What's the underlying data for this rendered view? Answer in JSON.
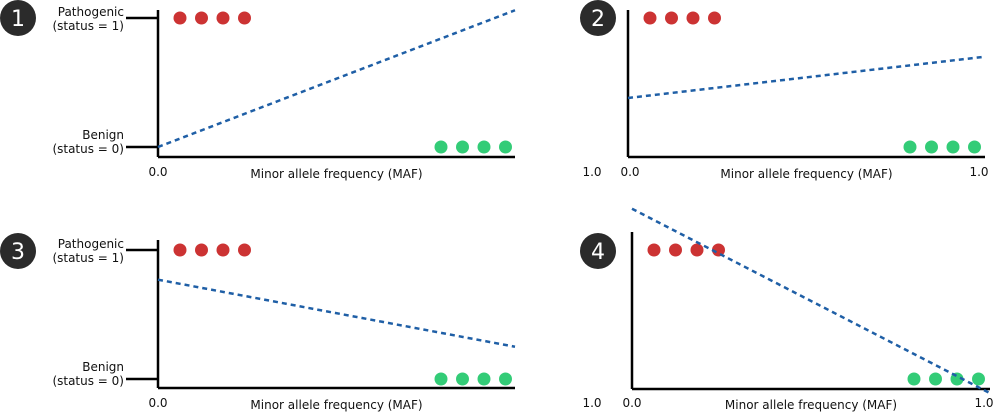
{
  "colors": {
    "badge": "#2b2b2b",
    "axis": "#000000",
    "pathogenic_dot": "#cc3333",
    "benign_dot": "#33cc77",
    "line": "#1f5fa6"
  },
  "panels": [
    {
      "number": "1",
      "ytick_top": [
        "Pathogenic",
        "(status = 1)"
      ],
      "ytick_bottom": [
        "Benign",
        "(status = 0)"
      ],
      "x_start": "0.0",
      "x_end": "",
      "x_label": "Minor allele frequency (MAF)",
      "pathogenic_count": 4,
      "benign_count": 4,
      "line": {
        "y_at_x0": 0.0,
        "y_at_x1": 1.06
      }
    },
    {
      "number": "2",
      "ytick_top": [
        "",
        ""
      ],
      "ytick_bottom": [
        "",
        ""
      ],
      "x_start": "0.0",
      "x_end": "1.0",
      "x_label": "Minor allele frequency (MAF)",
      "pathogenic_count": 4,
      "benign_count": 4,
      "line": {
        "y_at_x0": 0.38,
        "y_at_x1": 0.7
      }
    },
    {
      "number": "3",
      "ytick_top": [
        "Pathogenic",
        "(status = 1)"
      ],
      "ytick_bottom": [
        "Benign",
        "(status = 0)"
      ],
      "x_start": "0.0",
      "x_end": "",
      "x_label": "Minor allele frequency (MAF)",
      "pathogenic_count": 4,
      "benign_count": 4,
      "line": {
        "y_at_x0": 0.77,
        "y_at_x1": 0.25
      }
    },
    {
      "number": "4",
      "ytick_top": [
        "",
        ""
      ],
      "ytick_bottom": [
        "",
        ""
      ],
      "x_start": "0.0",
      "x_end": "1.0",
      "x_label": "Minor allele frequency (MAF)",
      "pathogenic_count": 4,
      "benign_count": 4,
      "line": {
        "y_at_x0": 1.32,
        "y_at_x1": -0.11
      }
    }
  ],
  "left_edge_labels": [
    "1.0",
    "1.0"
  ]
}
